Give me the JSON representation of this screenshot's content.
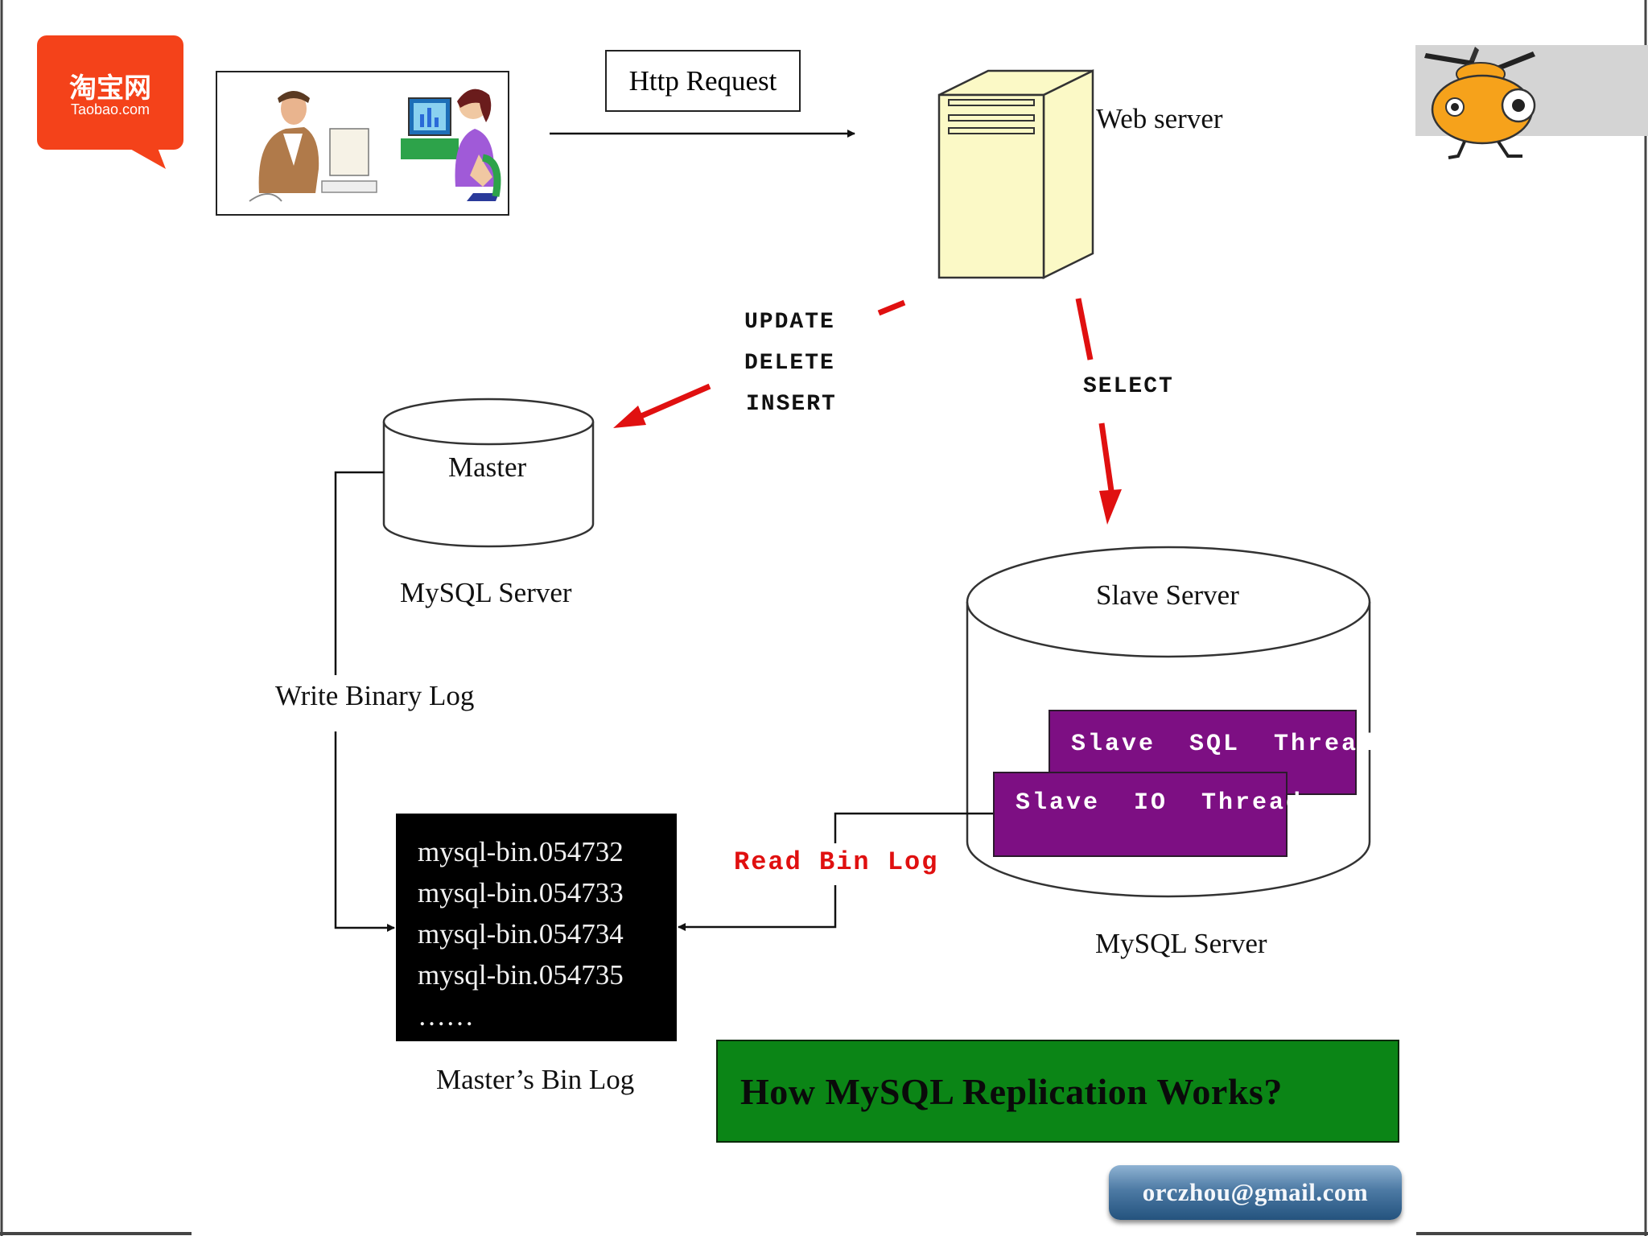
{
  "top": {
    "http_request": "Http Request",
    "web_server": "Web server"
  },
  "logo": {
    "taobao_chinese": "淘宝网",
    "taobao_site": "Taobao.com"
  },
  "write_ops": [
    "UPDATE",
    "DELETE",
    "INSERT"
  ],
  "read_op": "SELECT",
  "master": {
    "db_label": "Master",
    "server_label": "MySQL Server",
    "write_log_label": "Write Binary Log"
  },
  "binlog": {
    "files": [
      "mysql-bin.054732",
      "mysql-bin.054733",
      "mysql-bin.054734",
      "mysql-bin.054735",
      "……"
    ],
    "caption": "Master’s Bin Log"
  },
  "slave": {
    "db_label": "Slave Server",
    "sql_thread": "Slave  SQL  Thread",
    "io_thread": "Slave  IO  Thread",
    "server_label": "MySQL Server",
    "read_log_label": "Read Bin Log"
  },
  "title": "How MySQL Replication Works?",
  "email": "orczhou@gmail.com",
  "colors": {
    "arrow_red": "#e01010",
    "thread_purple": "#7d0f83",
    "title_green": "#0b8516",
    "server_yellow": "#fbf9c6",
    "taobao_orange": "#f4421a",
    "mascot_orange": "#f6a21b"
  }
}
